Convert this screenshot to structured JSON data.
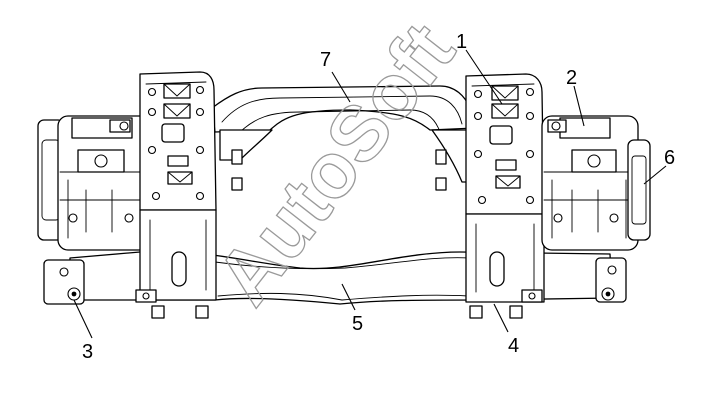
{
  "watermark": "AutoSoft",
  "callouts": [
    {
      "id": "1",
      "label": "1"
    },
    {
      "id": "2",
      "label": "2"
    },
    {
      "id": "3",
      "label": "3"
    },
    {
      "id": "4",
      "label": "4"
    },
    {
      "id": "5",
      "label": "5"
    },
    {
      "id": "6",
      "label": "6"
    },
    {
      "id": "7",
      "label": "7"
    }
  ]
}
